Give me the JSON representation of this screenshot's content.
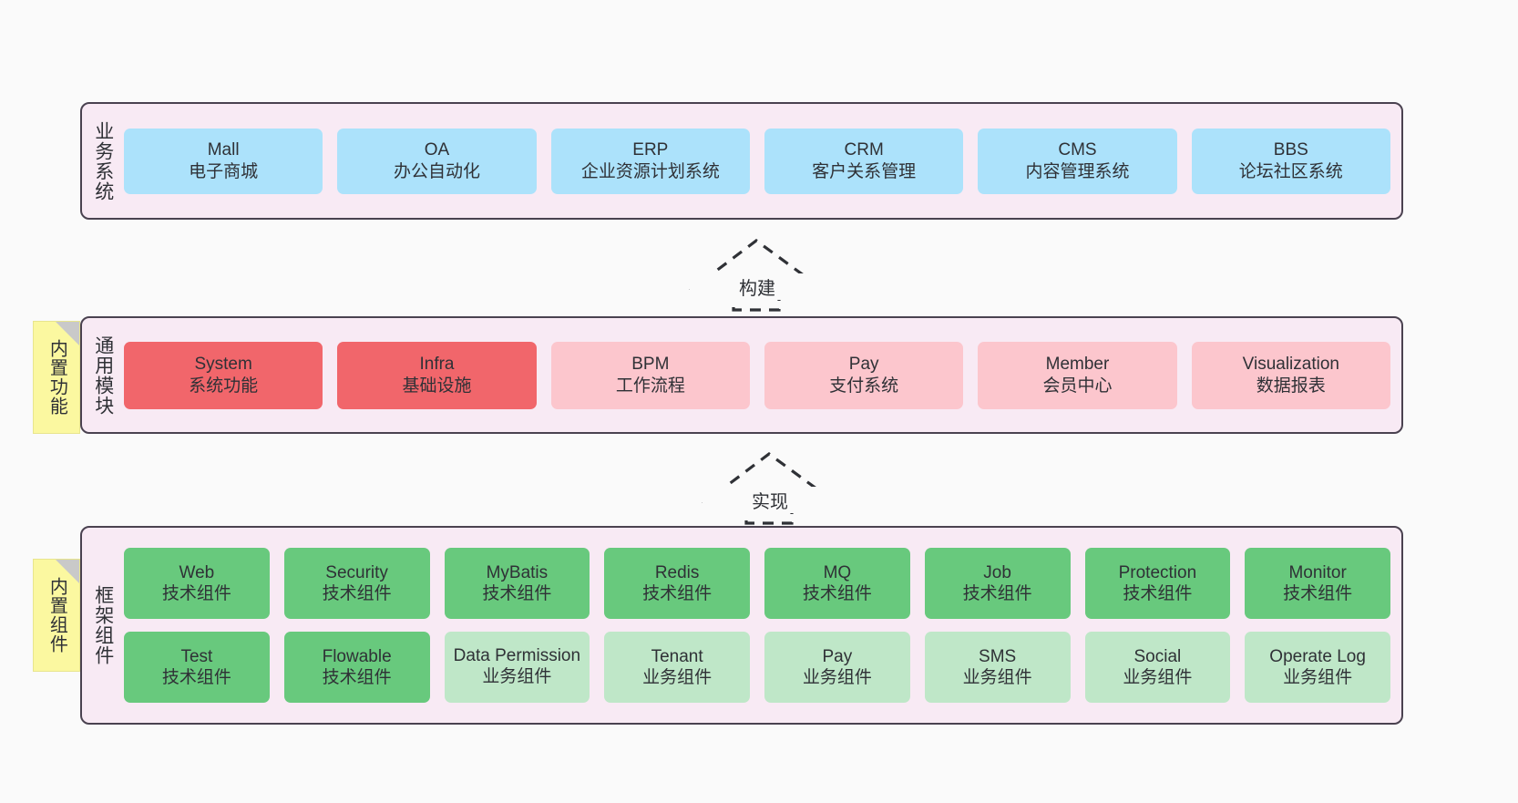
{
  "layers": [
    {
      "id": "business-systems",
      "title": "业务系统",
      "rows": [
        {
          "cards": [
            {
              "en": "Mall",
              "cn": "电子商城",
              "color": "#ace2fb"
            },
            {
              "en": "OA",
              "cn": "办公自动化",
              "color": "#ace2fb"
            },
            {
              "en": "ERP",
              "cn": "企业资源计划系统",
              "color": "#ace2fb"
            },
            {
              "en": "CRM",
              "cn": "客户关系管理",
              "color": "#ace2fb"
            },
            {
              "en": "CMS",
              "cn": "内容管理系统",
              "color": "#ace2fb"
            },
            {
              "en": "BBS",
              "cn": "论坛社区系统",
              "color": "#ace2fb"
            }
          ]
        }
      ]
    },
    {
      "id": "common-modules",
      "title": "通用模块",
      "note": "内置功能",
      "rows": [
        {
          "cards": [
            {
              "en": "System",
              "cn": "系统功能",
              "color": "#f1666b"
            },
            {
              "en": "Infra",
              "cn": "基础设施",
              "color": "#f1666b"
            },
            {
              "en": "BPM",
              "cn": "工作流程",
              "color": "#fcc6cd"
            },
            {
              "en": "Pay",
              "cn": "支付系统",
              "color": "#fcc6cd"
            },
            {
              "en": "Member",
              "cn": "会员中心",
              "color": "#fcc6cd"
            },
            {
              "en": "Visualization",
              "cn": "数据报表",
              "color": "#fcc6cd"
            }
          ]
        }
      ]
    },
    {
      "id": "framework-components",
      "title": "框架组件",
      "note": "内置组件",
      "rows": [
        {
          "cards": [
            {
              "en": "Web",
              "cn": "技术组件",
              "color": "#68c97d"
            },
            {
              "en": "Security",
              "cn": "技术组件",
              "color": "#68c97d"
            },
            {
              "en": "MyBatis",
              "cn": "技术组件",
              "color": "#68c97d"
            },
            {
              "en": "Redis",
              "cn": "技术组件",
              "color": "#68c97d"
            },
            {
              "en": "MQ",
              "cn": "技术组件",
              "color": "#68c97d"
            },
            {
              "en": "Job",
              "cn": "技术组件",
              "color": "#68c97d"
            },
            {
              "en": "Protection",
              "cn": "技术组件",
              "color": "#68c97d"
            },
            {
              "en": "Monitor",
              "cn": "技术组件",
              "color": "#68c97d"
            }
          ]
        },
        {
          "cards": [
            {
              "en": "Test",
              "cn": "技术组件",
              "color": "#68c97d"
            },
            {
              "en": "Flowable",
              "cn": "技术组件",
              "color": "#68c97d"
            },
            {
              "en": "Data Permission",
              "cn": "业务组件",
              "color": "#bfe7c8"
            },
            {
              "en": "Tenant",
              "cn": "业务组件",
              "color": "#bfe7c8"
            },
            {
              "en": "Pay",
              "cn": "业务组件",
              "color": "#bfe7c8"
            },
            {
              "en": "SMS",
              "cn": "业务组件",
              "color": "#bfe7c8"
            },
            {
              "en": "Social",
              "cn": "业务组件",
              "color": "#bfe7c8"
            },
            {
              "en": "Operate Log",
              "cn": "业务组件",
              "color": "#bfe7c8"
            }
          ]
        }
      ]
    }
  ],
  "arrows": [
    {
      "id": "build",
      "label": "构建"
    },
    {
      "id": "implement",
      "label": "实现"
    }
  ],
  "colors": {
    "canvas": "#fafafa",
    "panel_fill": "#f8eaf4",
    "panel_border": "#4a4250",
    "note_fill": "#fbf8a0",
    "blue": "#ace2fb",
    "red": "#f1666b",
    "pink": "#fcc6cd",
    "green": "#68c97d",
    "light_green": "#bfe7c8",
    "arrow_stroke": "#2f3136"
  }
}
